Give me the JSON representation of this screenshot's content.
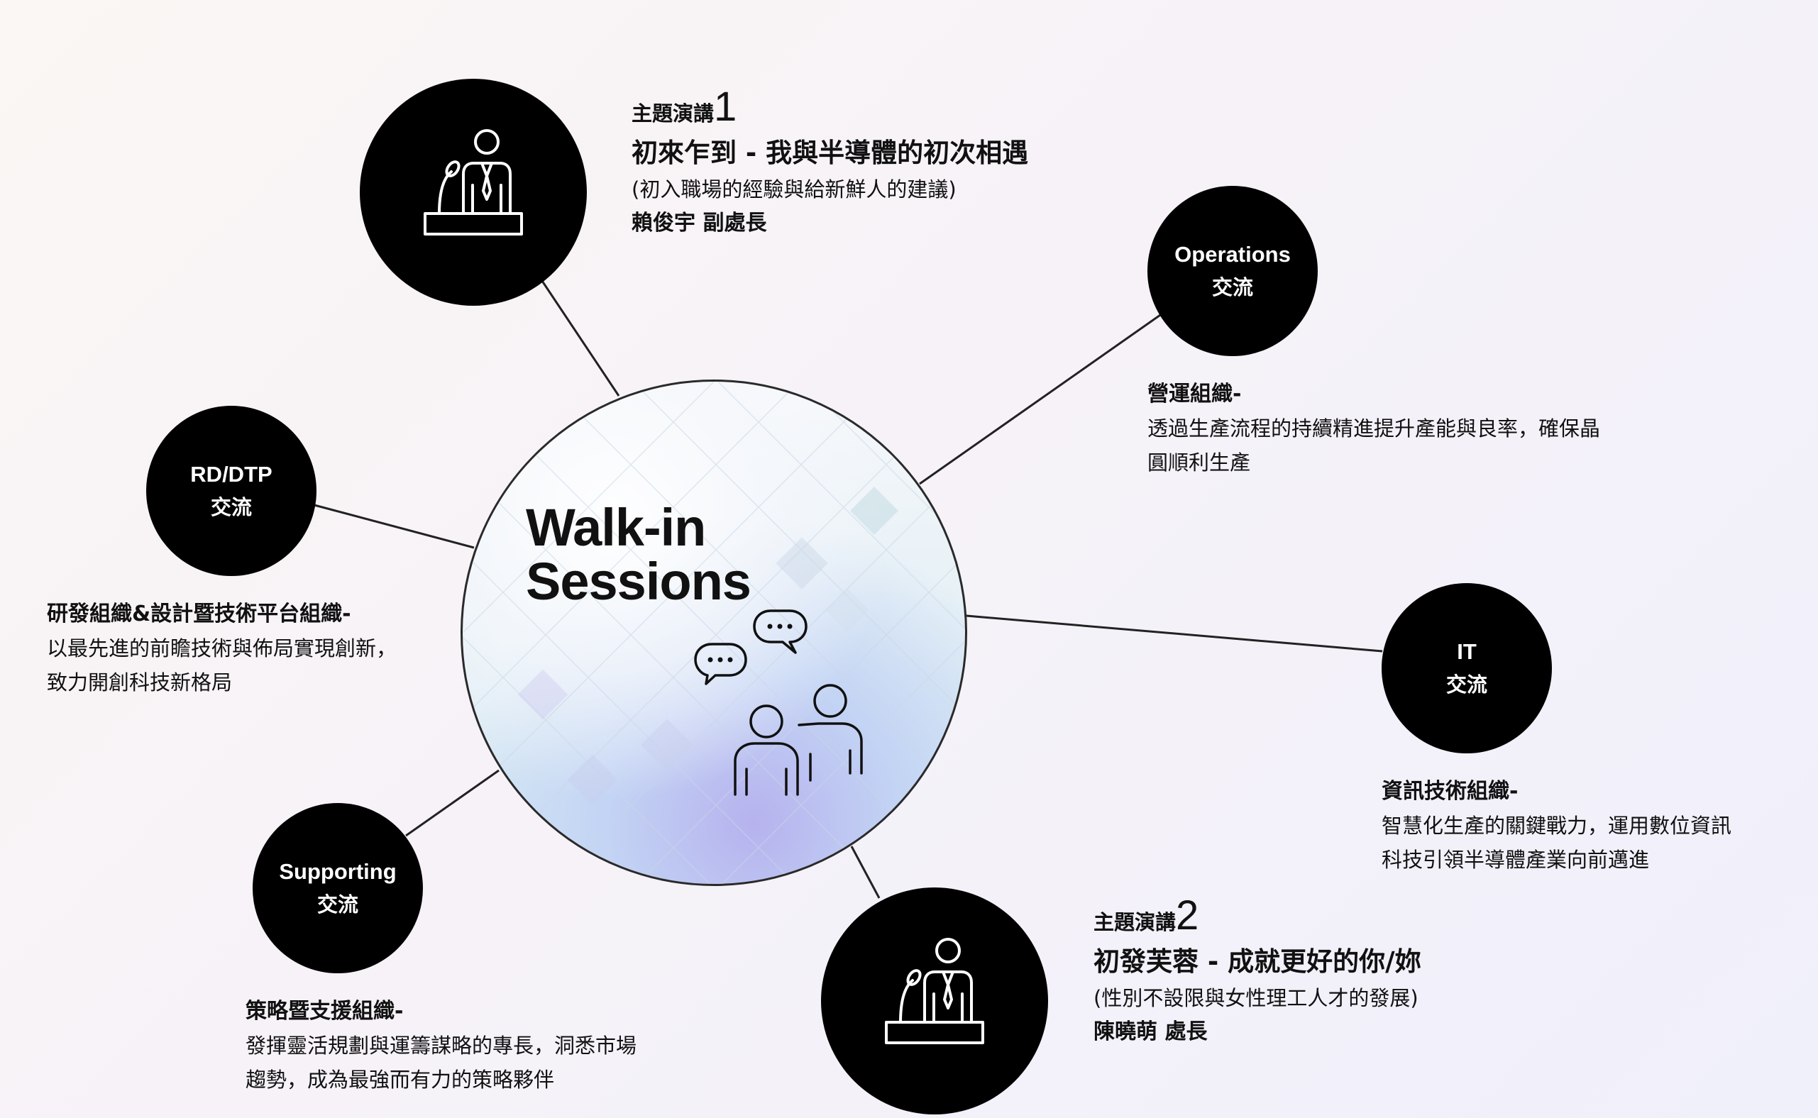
{
  "center": {
    "title_line1": "Walk-in",
    "title_line2": "Sessions",
    "icon": "people-chat-icon"
  },
  "keynote1": {
    "label": "主題演講",
    "number": "1",
    "title": "初來乍到 - 我與半導體的初次相遇",
    "subtitle": "(初入職場的經驗與給新鮮人的建議)",
    "speaker": "賴俊宇 副處長",
    "icon": "speaker-podium-icon"
  },
  "keynote2": {
    "label": "主題演講",
    "number": "2",
    "title": "初發芙蓉 - 成就更好的你/妳",
    "subtitle": "(性別不設限與女性理工人才的發展)",
    "speaker": "陳曉萌 處長",
    "icon": "speaker-podium-icon"
  },
  "operations": {
    "node_line1": "Operations",
    "node_line2": "交流",
    "desc_head": "營運組織-",
    "desc_lines": [
      "透過生產流程的持續精進提升產能與良率，確保晶",
      "圓順利生產"
    ]
  },
  "it": {
    "node_line1": "IT",
    "node_line2": "交流",
    "desc_head": "資訊技術組織-",
    "desc_lines": [
      "智慧化生產的關鍵戰力，運用數位資訊",
      "科技引領半導體產業向前邁進"
    ]
  },
  "rd": {
    "node_line1": "RD/DTP",
    "node_line2": "交流",
    "desc_head": "研發組織&設計暨技術平台組織-",
    "desc_lines": [
      "以最先進的前瞻技術與佈局實現創新，",
      "致力開創科技新格局"
    ]
  },
  "supporting": {
    "node_line1": "Supporting",
    "node_line2": "交流",
    "desc_head": "策略暨支援組織-",
    "desc_lines": [
      "發揮靈活規劃與運籌謀略的專長，洞悉市場",
      "趨勢，成為最強而有力的策略夥伴"
    ]
  },
  "colors": {
    "node_fill": "#000000",
    "node_text": "#ffffff",
    "connector": "#222222",
    "text": "#111111"
  }
}
